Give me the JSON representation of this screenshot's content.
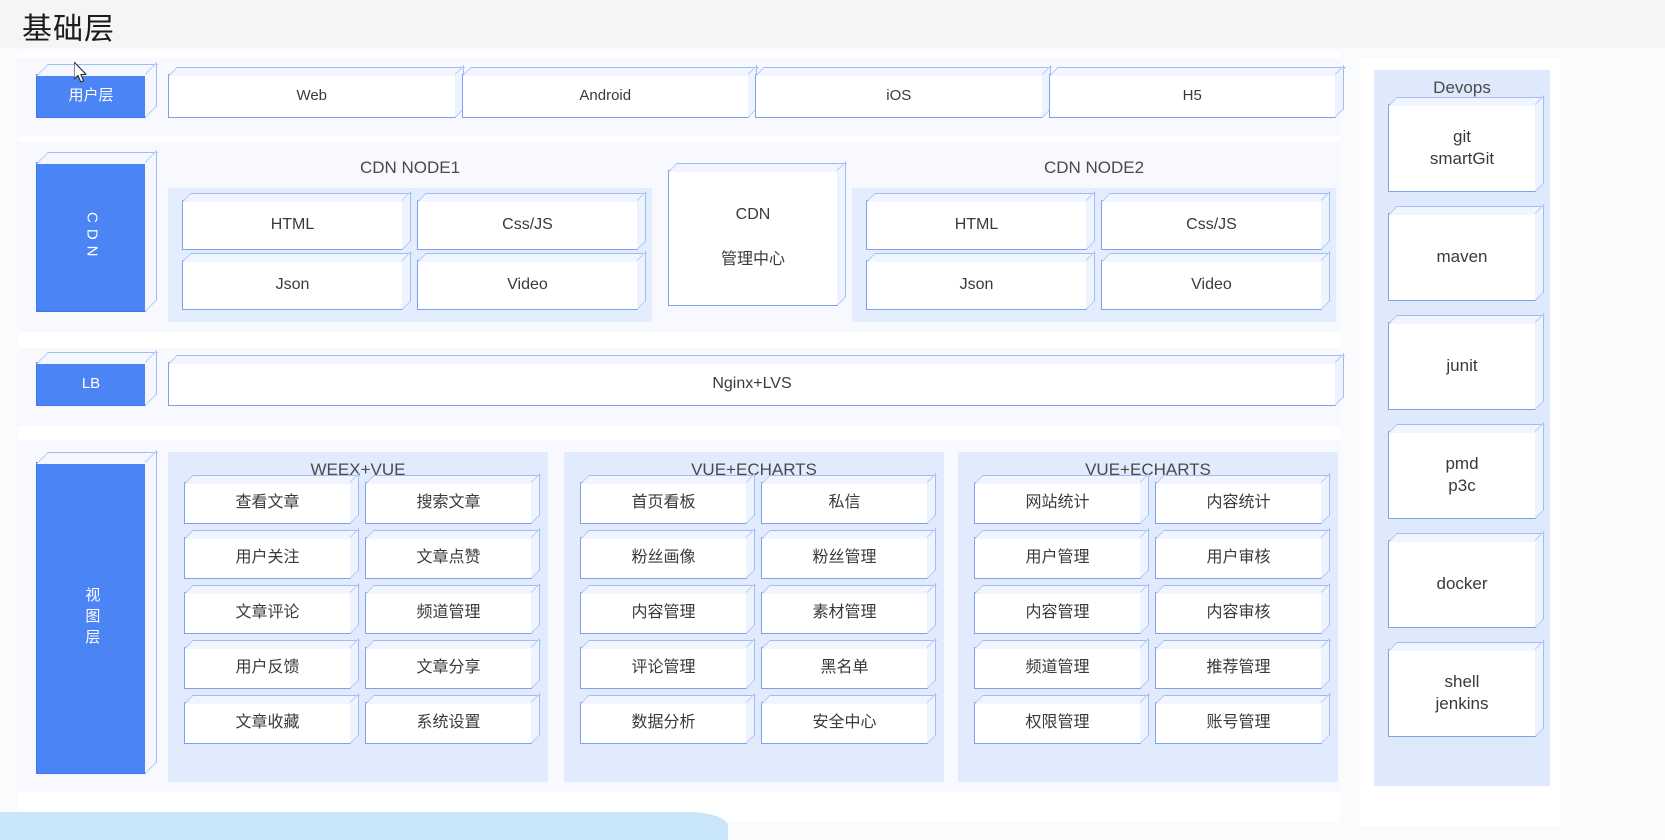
{
  "page": {
    "title": "基础层"
  },
  "layers": {
    "user": {
      "label": "用户层",
      "clients": [
        "Web",
        "Android",
        "iOS",
        "H5"
      ]
    },
    "cdn": {
      "label": "CDN",
      "node1": {
        "title": "CDN NODE1",
        "items": [
          "HTML",
          "Css/JS",
          "Json",
          "Video"
        ]
      },
      "center": {
        "line1": "CDN",
        "line2": "管理中心"
      },
      "node2": {
        "title": "CDN NODE2",
        "items": [
          "HTML",
          "Css/JS",
          "Json",
          "Video"
        ]
      }
    },
    "lb": {
      "label": "LB",
      "bar": "Nginx+LVS"
    },
    "view": {
      "label": "视图层",
      "groups": [
        {
          "title": "WEEX+VUE",
          "items": [
            "查看文章",
            "搜索文章",
            "用户关注",
            "文章点赞",
            "文章评论",
            "频道管理",
            "用户反馈",
            "文章分享",
            "文章收藏",
            "系统设置"
          ]
        },
        {
          "title": "VUE+ECHARTS",
          "items": [
            "首页看板",
            "私信",
            "粉丝画像",
            "粉丝管理",
            "内容管理",
            "素材管理",
            "评论管理",
            "黑名单",
            "数据分析",
            "安全中心"
          ]
        },
        {
          "title": "VUE+ECHARTS",
          "items": [
            "网站统计",
            "内容统计",
            "用户管理",
            "用户审核",
            "内容管理",
            "内容审核",
            "频道管理",
            "推荐管理",
            "权限管理",
            "账号管理"
          ]
        }
      ]
    }
  },
  "devops": {
    "title": "Devops",
    "items": [
      "git\nsmartGit",
      "maven",
      "junit",
      "pmd\np3c",
      "docker",
      "shell\njenkins"
    ]
  },
  "colors": {
    "accent_blue": "#4b84f5",
    "node_border": "#7ba2ea",
    "group_bg": "#e2ebfd",
    "band_bg": "#f7f9ff",
    "bottom_band": "#c8e6f7"
  }
}
